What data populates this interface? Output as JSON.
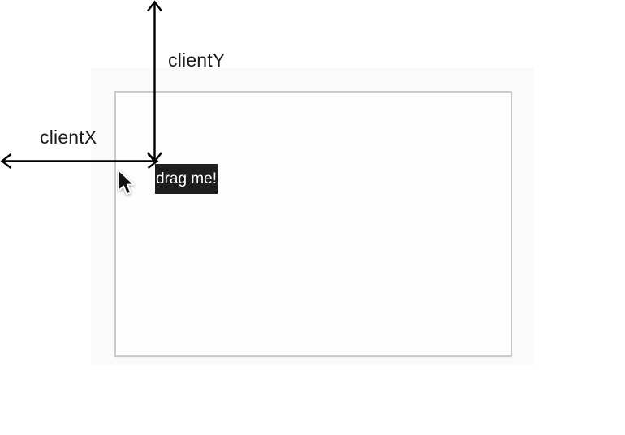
{
  "diagram": {
    "axis_labels": {
      "x": "clientX",
      "y": "clientY"
    },
    "drag_box_label": "drag me!",
    "icons": {
      "cursor": "mouse-cursor-icon",
      "x_axis": "clientx-double-arrow-icon",
      "y_axis": "clienty-double-arrow-icon"
    },
    "colors": {
      "background": "#ffffff",
      "panel_bg": "#fafafa",
      "viewport_bg": "#fdfdfd",
      "viewport_border": "#c9c9c9",
      "arrow": "#000000",
      "drag_box_bg": "#1e1e1e",
      "drag_box_text": "#ffffff",
      "label_text": "#1b1b1b"
    }
  }
}
